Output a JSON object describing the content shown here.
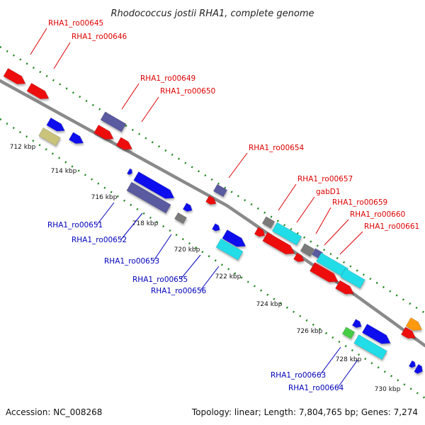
{
  "title": "Rhodococcus jostii RHA1, complete genome",
  "accession": "Accession: NC_008268",
  "topology": "Topology: linear; Length: 7,804,765 bp; Genes: 7,274",
  "colors": {
    "red": "#ee1111",
    "blue": "#1111ee",
    "slate": "#5a5aa0",
    "khaki": "#c9c37c",
    "gray": "#7a7a7a",
    "cyan": "#22dde8",
    "green": "#44cc44",
    "orange": "#ff9911",
    "axis": "#8a8a8a",
    "tick": "#228822",
    "label_red": "#dd0000",
    "label_blue": "#0000bb"
  },
  "scale_ticks": [
    "712 kbp",
    "714 kbp",
    "716 kbp",
    "718 kbp",
    "720 kbp",
    "722 kbp",
    "724 kbp",
    "726 kbp",
    "728 kbp",
    "730 kbp"
  ],
  "top_labels": [
    "RHA1_ro00645",
    "RHA1_ro00646",
    "RHA1_ro00649",
    "RHA1_ro00650",
    "RHA1_ro00654",
    "RHA1_ro00657",
    "gabD1",
    "RHA1_ro00659",
    "RHA1_ro00660",
    "RHA1_ro00661"
  ],
  "bottom_labels": [
    "RHA1_ro00651",
    "RHA1_ro00652",
    "RHA1_ro00653",
    "RHA1_ro00655",
    "RHA1_ro00656",
    "RHA1_ro00663",
    "RHA1_ro00664"
  ]
}
